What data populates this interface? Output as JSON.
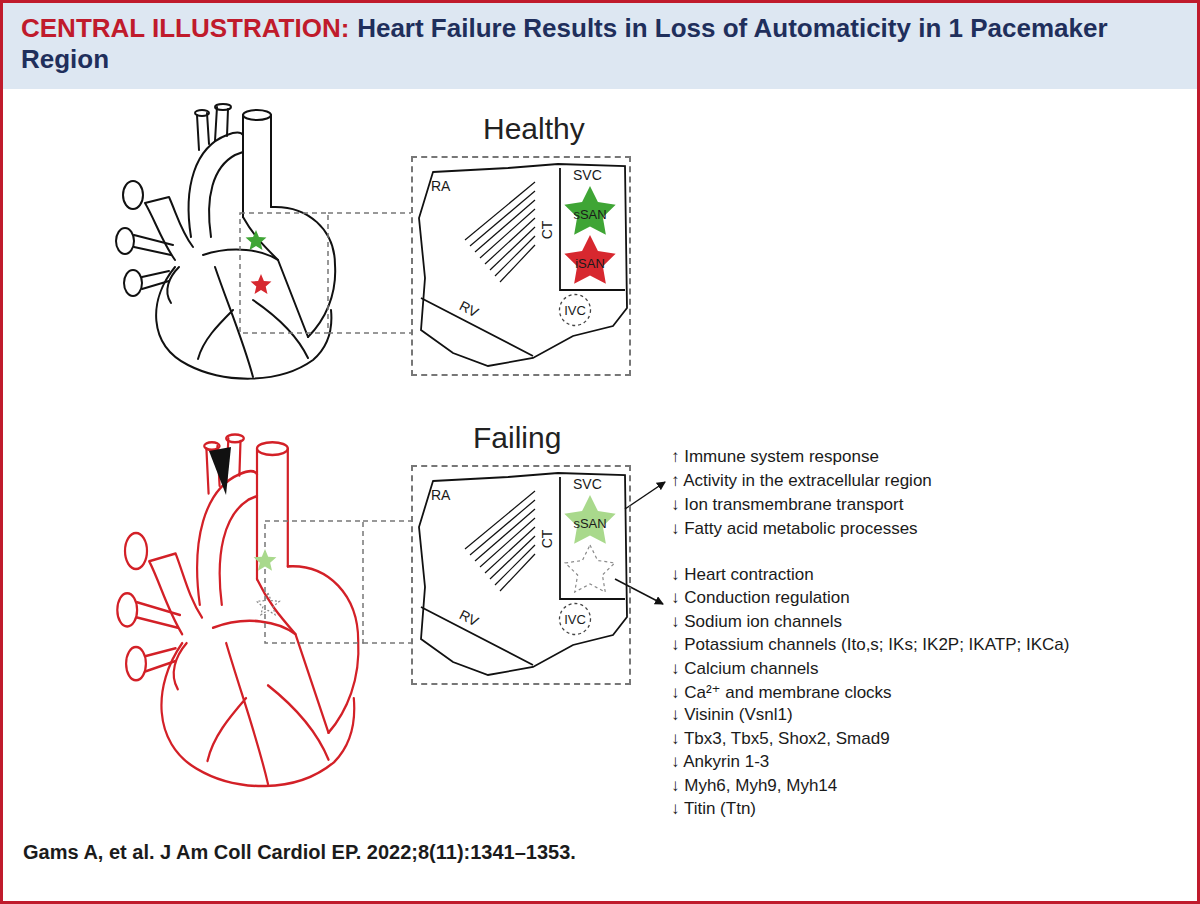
{
  "diagram": {
    "title": "Heart Failure Results in Loss of Automaticity in 1 Pacemaker Region",
    "caption": "Gams A, et al. J Am Coll Cardiol EP. 2022;8(11):1341–1353.",
    "nodes": [
      {
        "text": [
          "Healthy"
        ]
      },
      {
        "text": [
          "sSAN"
        ],
        "in": 0
      },
      {
        "text": [
          "iSAN"
        ],
        "in": 0
      },
      {
        "text": [
          "IVC"
        ],
        "in": 0
      },
      {
        "text": [
          "Failing"
        ]
      },
      {
        "text": [
          "sSAN"
        ],
        "in": 4
      },
      {
        "text": [
          "IVC"
        ],
        "in": 4
      }
    ],
    "labels": [
      "CENTRAL ILLUSTRATION:",
      "RA",
      "SVC",
      "CT",
      "RV",
      "RA",
      "SVC",
      "CT",
      "RV",
      "↑ Immune system response",
      "↑ Activity in the extracellular region",
      "↓ Ion transmembrane transport",
      "↓ Fatty acid metabolic processes",
      "↓ Heart contraction",
      "↓ Conduction regulation",
      "↓ Sodium ion channels",
      "↓ Potassium channels (Ito,s; IKs; IK2P; IKATP; IKCa)",
      "↓ Calcium channels",
      "↓ Ca²⁺ and membrane clocks",
      "↓ Visinin (Vsnl1)",
      "↓ Tbx3, Tbx5, Shox2, Smad9",
      "↓ Ankyrin 1-3",
      "↓ Myh6, Myh9, Myh14",
      "↓ Titin (Ttn)"
    ]
  }
}
